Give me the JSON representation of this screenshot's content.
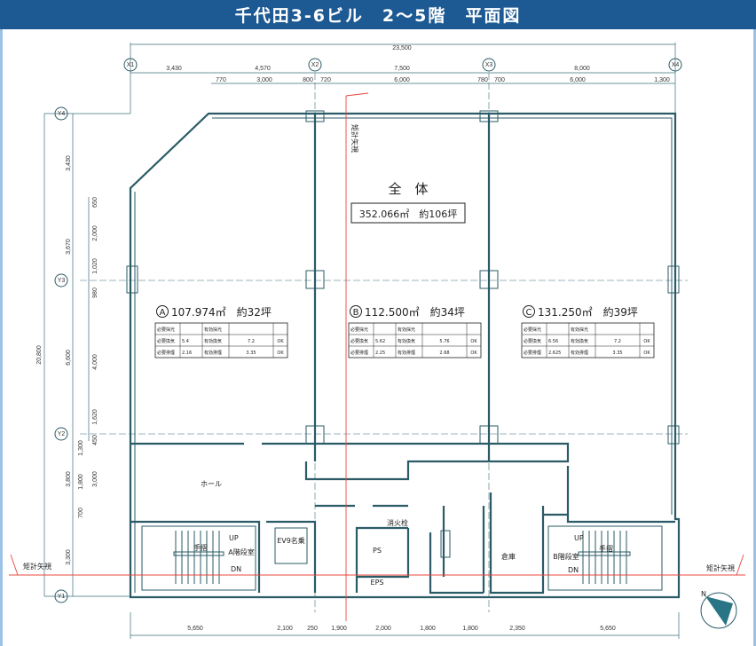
{
  "title": "千代田3-6ビル　2～5階　平面図",
  "colors": {
    "header": "#1d5a93",
    "walls": "#2a5b66",
    "section_line": "#e8473f"
  },
  "grid": {
    "x": [
      "X1",
      "X2",
      "X3",
      "X4"
    ],
    "y": [
      "Y4",
      "Y3",
      "Y2",
      "Y1"
    ]
  },
  "dims": {
    "top_total": "23,500",
    "top_spans": [
      "3,430",
      "4,570",
      "7,500",
      "8,000"
    ],
    "top_detail": [
      "770",
      "3,000",
      "800",
      "720",
      "6,000",
      "780",
      "700",
      "6,000",
      "1,300"
    ],
    "left_total": "20,800",
    "left_spans": [
      "3,430",
      "3,670",
      "6,600",
      "3,800",
      "3,300"
    ],
    "left_detail": [
      "650",
      "2,000",
      "1,020",
      "980",
      "4,000",
      "1,620",
      "450",
      "3,000"
    ],
    "left_detail2": [
      "1,300",
      "1,800",
      "700"
    ],
    "bottom": [
      "5,650",
      "2,100",
      "250",
      "1,900",
      "2,000",
      "1,800",
      "1,800",
      "2,350",
      "5,650"
    ]
  },
  "whole": {
    "label": "全　体",
    "area": "352.066㎡　約106坪"
  },
  "units": [
    {
      "mark": "A",
      "area": "107.974㎡　約32坪",
      "rows": [
        [
          "必要採光",
          "",
          "有効採光",
          "",
          ""
        ],
        [
          "必要換気",
          "5.4",
          "有効換気",
          "7.2",
          "OK"
        ],
        [
          "必要排煙",
          "2.16",
          "有効排煙",
          "3.35",
          "OK"
        ]
      ]
    },
    {
      "mark": "B",
      "area": "112.500㎡　約34坪",
      "rows": [
        [
          "必要採光",
          "",
          "有効採光",
          "",
          ""
        ],
        [
          "必要換気",
          "5.62",
          "有効換気",
          "5.76",
          "OK"
        ],
        [
          "必要排煙",
          "2.25",
          "有効排煙",
          "2.68",
          "OK"
        ]
      ]
    },
    {
      "mark": "C",
      "area": "131.250㎡　約39坪",
      "rows": [
        [
          "必要採光",
          "",
          "有効採光",
          "",
          ""
        ],
        [
          "必要換気",
          "6.56",
          "有効換気",
          "7.2",
          "OK"
        ],
        [
          "必要排煙",
          "2.625",
          "有効排煙",
          "3.35",
          "OK"
        ]
      ]
    }
  ],
  "rooms": {
    "hall": "ホール",
    "elevator": "EV9名乗",
    "hydrant": "消火栓",
    "ps": "PS",
    "eps": "EPS",
    "storage": "倉庫",
    "stair_a": "A階段室",
    "stair_b": "B階段室",
    "handrail": "手摺",
    "up": "UP",
    "dn": "DN",
    "section_view": "矩計矢視"
  },
  "compass": {
    "label": "N",
    "icon": "north-arrow-icon"
  }
}
